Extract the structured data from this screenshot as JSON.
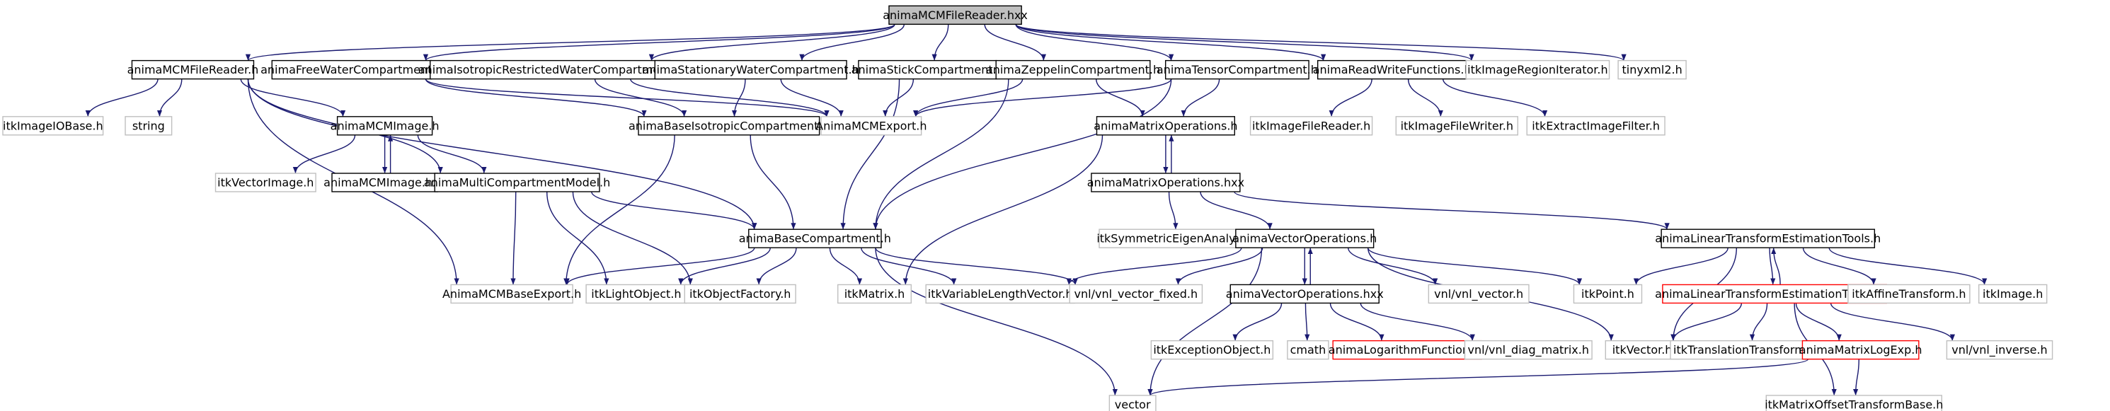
{
  "graph": {
    "root": "animaMCMFileReader.hxx",
    "colors": {
      "edge": "#191970",
      "root_fill": "#bfbfbf",
      "doc_border": "#000000",
      "external_border": "#bfbfbf",
      "truncated_border": "#ff0000",
      "text": "#000000"
    },
    "nodes": [
      {
        "id": "root",
        "label": "animaMCMFileReader.hxx",
        "kind": "root"
      },
      {
        "id": "reader_h",
        "label": "animaMCMFileReader.h",
        "kind": "doc"
      },
      {
        "id": "freewater",
        "label": "animaFreeWaterCompartment.h",
        "kind": "doc"
      },
      {
        "id": "isorestricted",
        "label": "animaIsotropicRestrictedWaterCompartment.h",
        "kind": "doc"
      },
      {
        "id": "stationary",
        "label": "animaStationaryWaterCompartment.h",
        "kind": "doc"
      },
      {
        "id": "stick",
        "label": "animaStickCompartment.h",
        "kind": "doc"
      },
      {
        "id": "zeppelin",
        "label": "animaZeppelinCompartment.h",
        "kind": "doc"
      },
      {
        "id": "tensor",
        "label": "animaTensorCompartment.h",
        "kind": "doc"
      },
      {
        "id": "readwrite",
        "label": "animaReadWriteFunctions.h",
        "kind": "doc"
      },
      {
        "id": "regioniter",
        "label": "itkImageRegionIterator.h",
        "kind": "external"
      },
      {
        "id": "tinyxml",
        "label": "tinyxml2.h",
        "kind": "external"
      },
      {
        "id": "imageiobase",
        "label": "itkImageIOBase.h",
        "kind": "external"
      },
      {
        "id": "string",
        "label": "string",
        "kind": "external"
      },
      {
        "id": "mcmimage",
        "label": "animaMCMImage.h",
        "kind": "doc"
      },
      {
        "id": "baseiso",
        "label": "animaBaseIsotropicCompartment.h",
        "kind": "doc"
      },
      {
        "id": "mcmexport",
        "label": "AnimaMCMExport.h",
        "kind": "external"
      },
      {
        "id": "matrixops",
        "label": "animaMatrixOperations.h",
        "kind": "doc"
      },
      {
        "id": "filereader",
        "label": "itkImageFileReader.h",
        "kind": "external"
      },
      {
        "id": "filewriter",
        "label": "itkImageFileWriter.h",
        "kind": "external"
      },
      {
        "id": "extractfilter",
        "label": "itkExtractImageFilter.h",
        "kind": "external"
      },
      {
        "id": "vectorimage",
        "label": "itkVectorImage.h",
        "kind": "external"
      },
      {
        "id": "mcmimagehxx",
        "label": "animaMCMImage.hxx",
        "kind": "doc"
      },
      {
        "id": "multicomp",
        "label": "animaMultiCompartmentModel.h",
        "kind": "doc"
      },
      {
        "id": "matrixopshxx",
        "label": "animaMatrixOperations.hxx",
        "kind": "doc"
      },
      {
        "id": "symeigen",
        "label": "itkSymmetricEigenAnalysis.h",
        "kind": "external"
      },
      {
        "id": "basecomp",
        "label": "animaBaseCompartment.h",
        "kind": "doc"
      },
      {
        "id": "vectorops",
        "label": "animaVectorOperations.h",
        "kind": "doc"
      },
      {
        "id": "linearest",
        "label": "animaLinearTransformEstimationTools.h",
        "kind": "doc"
      },
      {
        "id": "mcmbaseexport",
        "label": "AnimaMCMBaseExport.h",
        "kind": "external"
      },
      {
        "id": "lightobject",
        "label": "itkLightObject.h",
        "kind": "external"
      },
      {
        "id": "objectfactory",
        "label": "itkObjectFactory.h",
        "kind": "external"
      },
      {
        "id": "itkmatrix",
        "label": "itkMatrix.h",
        "kind": "external"
      },
      {
        "id": "varlenvec",
        "label": "itkVariableLengthVector.h",
        "kind": "external"
      },
      {
        "id": "vnlfixed",
        "label": "vnl/vnl_vector_fixed.h",
        "kind": "external"
      },
      {
        "id": "vnlvector",
        "label": "vnl/vnl_vector.h",
        "kind": "external"
      },
      {
        "id": "itkpoint",
        "label": "itkPoint.h",
        "kind": "external"
      },
      {
        "id": "linearesthxx",
        "label": "animaLinearTransformEstimationTools.hxx",
        "kind": "truncated"
      },
      {
        "id": "affine",
        "label": "itkAffineTransform.h",
        "kind": "external"
      },
      {
        "id": "itkimage",
        "label": "itkImage.h",
        "kind": "external"
      },
      {
        "id": "vectoropshxx",
        "label": "animaVectorOperations.hxx",
        "kind": "doc"
      },
      {
        "id": "exceptionobj",
        "label": "itkExceptionObject.h",
        "kind": "external"
      },
      {
        "id": "cmath",
        "label": "cmath",
        "kind": "external"
      },
      {
        "id": "logfuncs",
        "label": "animaLogarithmFunctions.h",
        "kind": "truncated"
      },
      {
        "id": "diagmatrix",
        "label": "vnl/vnl_diag_matrix.h",
        "kind": "external"
      },
      {
        "id": "itkvector",
        "label": "itkVector.h",
        "kind": "external"
      },
      {
        "id": "translation",
        "label": "itkTranslationTransform.h",
        "kind": "external"
      },
      {
        "id": "matrixlogexp",
        "label": "animaMatrixLogExp.h",
        "kind": "truncated"
      },
      {
        "id": "vnlinverse",
        "label": "vnl/vnl_inverse.h",
        "kind": "external"
      },
      {
        "id": "vectorstd",
        "label": "vector",
        "kind": "external"
      },
      {
        "id": "offsettransform",
        "label": "itkMatrixOffsetTransformBase.h",
        "kind": "external"
      }
    ],
    "edges": [
      [
        "root",
        "reader_h"
      ],
      [
        "root",
        "freewater"
      ],
      [
        "root",
        "isorestricted"
      ],
      [
        "root",
        "stationary"
      ],
      [
        "root",
        "stick"
      ],
      [
        "root",
        "zeppelin"
      ],
      [
        "root",
        "tensor"
      ],
      [
        "root",
        "readwrite"
      ],
      [
        "root",
        "regioniter"
      ],
      [
        "root",
        "tinyxml"
      ],
      [
        "reader_h",
        "imageiobase"
      ],
      [
        "reader_h",
        "string"
      ],
      [
        "reader_h",
        "mcmimage"
      ],
      [
        "reader_h",
        "multicomp"
      ],
      [
        "reader_h",
        "basecomp"
      ],
      [
        "reader_h",
        "mcmbaseexport"
      ],
      [
        "freewater",
        "baseiso"
      ],
      [
        "freewater",
        "mcmexport"
      ],
      [
        "isorestricted",
        "baseiso"
      ],
      [
        "isorestricted",
        "mcmexport"
      ],
      [
        "stationary",
        "baseiso"
      ],
      [
        "stationary",
        "mcmexport"
      ],
      [
        "stick",
        "mcmexport"
      ],
      [
        "stick",
        "basecomp"
      ],
      [
        "zeppelin",
        "mcmexport"
      ],
      [
        "zeppelin",
        "basecomp"
      ],
      [
        "zeppelin",
        "matrixops"
      ],
      [
        "tensor",
        "mcmexport"
      ],
      [
        "tensor",
        "basecomp"
      ],
      [
        "tensor",
        "matrixops"
      ],
      [
        "readwrite",
        "filereader"
      ],
      [
        "readwrite",
        "filewriter"
      ],
      [
        "readwrite",
        "extractfilter"
      ],
      [
        "baseiso",
        "basecomp"
      ],
      [
        "baseiso",
        "mcmbaseexport"
      ],
      [
        "mcmimage",
        "vectorimage"
      ],
      [
        "mcmimage",
        "mcmimagehxx"
      ],
      [
        "mcmimage",
        "multicomp"
      ],
      [
        "mcmimagehxx",
        "mcmimage"
      ],
      [
        "multicomp",
        "basecomp"
      ],
      [
        "multicomp",
        "mcmbaseexport"
      ],
      [
        "multicomp",
        "lightobject"
      ],
      [
        "multicomp",
        "objectfactory"
      ],
      [
        "matrixops",
        "matrixopshxx"
      ],
      [
        "matrixopshxx",
        "matrixops"
      ],
      [
        "matrixops",
        "itkmatrix"
      ],
      [
        "matrixopshxx",
        "symeigen"
      ],
      [
        "matrixopshxx",
        "vectorops"
      ],
      [
        "matrixopshxx",
        "linearest"
      ],
      [
        "basecomp",
        "mcmbaseexport"
      ],
      [
        "basecomp",
        "lightobject"
      ],
      [
        "basecomp",
        "objectfactory"
      ],
      [
        "basecomp",
        "itkmatrix"
      ],
      [
        "basecomp",
        "varlenvec"
      ],
      [
        "basecomp",
        "vnlfixed"
      ],
      [
        "basecomp",
        "vectorstd"
      ],
      [
        "vectorops",
        "vectoropshxx"
      ],
      [
        "vectoropshxx",
        "vectorops"
      ],
      [
        "vectorops",
        "varlenvec"
      ],
      [
        "vectorops",
        "vnlfixed"
      ],
      [
        "vectorops",
        "vnlvector"
      ],
      [
        "vectorops",
        "itkpoint"
      ],
      [
        "vectorops",
        "itkvector"
      ],
      [
        "vectorops",
        "vectorstd"
      ],
      [
        "vectoropshxx",
        "exceptionobj"
      ],
      [
        "vectoropshxx",
        "cmath"
      ],
      [
        "vectoropshxx",
        "logfuncs"
      ],
      [
        "vectoropshxx",
        "diagmatrix"
      ],
      [
        "linearest",
        "itkpoint"
      ],
      [
        "linearest",
        "linearesthxx"
      ],
      [
        "linearest",
        "affine"
      ],
      [
        "linearest",
        "itkimage"
      ],
      [
        "linearest",
        "itkvector"
      ],
      [
        "linearesthxx",
        "linearest"
      ],
      [
        "linearesthxx",
        "itkvector"
      ],
      [
        "linearesthxx",
        "translation"
      ],
      [
        "linearesthxx",
        "matrixlogexp"
      ],
      [
        "linearesthxx",
        "vnlinverse"
      ],
      [
        "linearesthxx",
        "offsettransform"
      ],
      [
        "matrixlogexp",
        "vectorstd"
      ],
      [
        "matrixlogexp",
        "offsettransform"
      ]
    ]
  }
}
